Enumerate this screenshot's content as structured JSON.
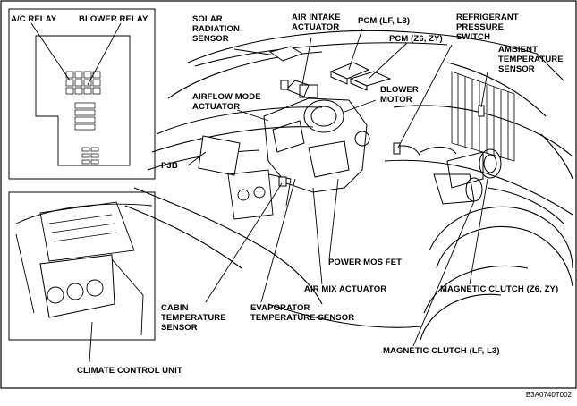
{
  "figure_code": "B3A0740T002",
  "labels": {
    "ac_relay": "A/C RELAY",
    "blower_relay": "BLOWER RELAY",
    "solar_sensor": "SOLAR\nRADIATION\nSENSOR",
    "air_intake": "AIR INTAKE\nACTUATOR",
    "pcm_lf": "PCM (LF, L3)",
    "pcm_z6": "PCM (Z6, ZY)",
    "refrigerant_switch": "REFRIGERANT\nPRESSURE\nSWITCH",
    "ambient_sensor": "AMBIENT\nTEMPERATURE\nSENSOR",
    "airflow_mode": "AIRFLOW MODE\nACTUATOR",
    "blower_motor": "BLOWER\nMOTOR",
    "pjb": "PJB",
    "power_mos_fet": "POWER MOS FET",
    "air_mix": "AIR MIX ACTUATOR",
    "magnetic_clutch_z6": "MAGNETIC CLUTCH (Z6, ZY)",
    "cabin_sensor": "CABIN\nTEMPERATURE\nSENSOR",
    "evaporator_sensor": "EVAPORATOR\nTEMPERATURE SENSOR",
    "magnetic_clutch_lf": "MAGNETIC CLUTCH (LF, L3)",
    "climate_unit": "CLIMATE CONTROL UNIT"
  }
}
